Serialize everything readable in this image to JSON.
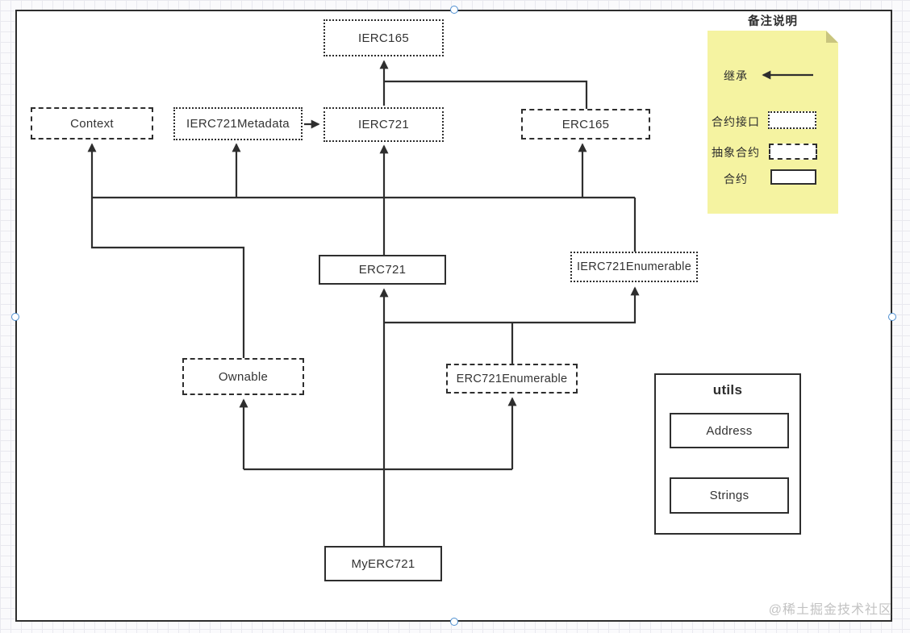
{
  "canvas": {
    "watermark": "@稀土掘金技术社区"
  },
  "legend": {
    "title": "备注说明",
    "inheritance_label": "继承",
    "interface_label": "合约接口",
    "abstract_label": "抽象合约",
    "contract_label": "合约"
  },
  "nodes": {
    "ierc165": {
      "label": "IERC165",
      "kind": "interface"
    },
    "context": {
      "label": "Context",
      "kind": "abstract"
    },
    "ierc721metadata": {
      "label": "IERC721Metadata",
      "kind": "interface"
    },
    "ierc721": {
      "label": "IERC721",
      "kind": "interface"
    },
    "erc165": {
      "label": "ERC165",
      "kind": "abstract"
    },
    "erc721": {
      "label": "ERC721",
      "kind": "contract"
    },
    "ierc721enumerable": {
      "label": "IERC721Enumerable",
      "kind": "interface"
    },
    "ownable": {
      "label": "Ownable",
      "kind": "abstract"
    },
    "erc721enumerable": {
      "label": "ERC721Enumerable",
      "kind": "abstract"
    },
    "myerc721": {
      "label": "MyERC721",
      "kind": "contract"
    },
    "utils": {
      "label": "utils",
      "kind": "group"
    },
    "address": {
      "label": "Address",
      "kind": "contract"
    },
    "strings": {
      "label": "Strings",
      "kind": "contract"
    }
  },
  "edges": [
    {
      "from": "IERC721",
      "to": "IERC165",
      "type": "inheritance"
    },
    {
      "from": "ERC165",
      "to": "IERC165",
      "type": "inheritance"
    },
    {
      "from": "IERC721Metadata",
      "to": "IERC721",
      "type": "inheritance"
    },
    {
      "from": "ERC721",
      "to": "Context",
      "type": "inheritance"
    },
    {
      "from": "ERC721",
      "to": "IERC721Metadata",
      "type": "inheritance"
    },
    {
      "from": "ERC721",
      "to": "IERC721",
      "type": "inheritance"
    },
    {
      "from": "ERC721",
      "to": "ERC165",
      "type": "inheritance"
    },
    {
      "from": "IERC721Enumerable",
      "to": "IERC721",
      "type": "inheritance"
    },
    {
      "from": "ERC721Enumerable",
      "to": "ERC721",
      "type": "inheritance"
    },
    {
      "from": "ERC721Enumerable",
      "to": "IERC721Enumerable",
      "type": "inheritance"
    },
    {
      "from": "Ownable",
      "to": "Context",
      "type": "inheritance"
    },
    {
      "from": "MyERC721",
      "to": "ERC721",
      "type": "inheritance"
    },
    {
      "from": "MyERC721",
      "to": "Ownable",
      "type": "inheritance"
    },
    {
      "from": "MyERC721",
      "to": "ERC721Enumerable",
      "type": "inheritance"
    }
  ],
  "colors": {
    "line": "#2e2e2e",
    "sticky": "#f5f3a1",
    "sticky_fold": "#c9c57e",
    "selection_handle": "#4d8fd1",
    "watermark": "#c2c2c2"
  }
}
